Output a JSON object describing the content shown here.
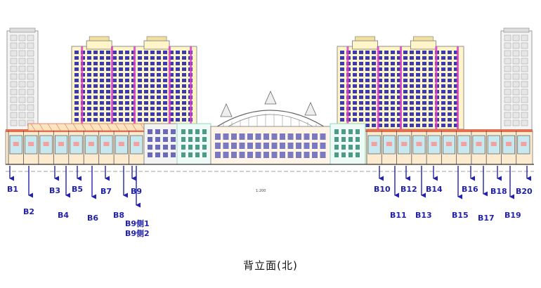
{
  "caption": "背立面(北)",
  "scale_note": "1:200",
  "markers": [
    {
      "id": "b1",
      "label": "B1"
    },
    {
      "id": "b2",
      "label": "B2"
    },
    {
      "id": "b3",
      "label": "B3"
    },
    {
      "id": "b4",
      "label": "B4"
    },
    {
      "id": "b5",
      "label": "B5"
    },
    {
      "id": "b6",
      "label": "B6"
    },
    {
      "id": "b7",
      "label": "B7"
    },
    {
      "id": "b8",
      "label": "B8"
    },
    {
      "id": "b9",
      "label": "B9"
    },
    {
      "id": "b9s1",
      "label": "B9侧1"
    },
    {
      "id": "b9s2",
      "label": "B9侧2"
    },
    {
      "id": "b10",
      "label": "B10"
    },
    {
      "id": "b11",
      "label": "B11"
    },
    {
      "id": "b12",
      "label": "B12"
    },
    {
      "id": "b13",
      "label": "B13"
    },
    {
      "id": "b14",
      "label": "B14"
    },
    {
      "id": "b15",
      "label": "B15"
    },
    {
      "id": "b16",
      "label": "B16"
    },
    {
      "id": "b17",
      "label": "B17"
    },
    {
      "id": "b18",
      "label": "B18"
    },
    {
      "id": "b19",
      "label": "B19"
    },
    {
      "id": "b20",
      "label": "B20"
    }
  ],
  "colors": {
    "marker": "#2222aa",
    "tower_wall": "#fff5c8",
    "tower_window": "#3b3bb0",
    "tower_stripe": "#e040c8",
    "podium_wall": "#fdebd0",
    "podium_band": "#e07050",
    "shopfront": "#c8e8f0",
    "green_frame": "#8fd8c0",
    "line": "#333333"
  }
}
